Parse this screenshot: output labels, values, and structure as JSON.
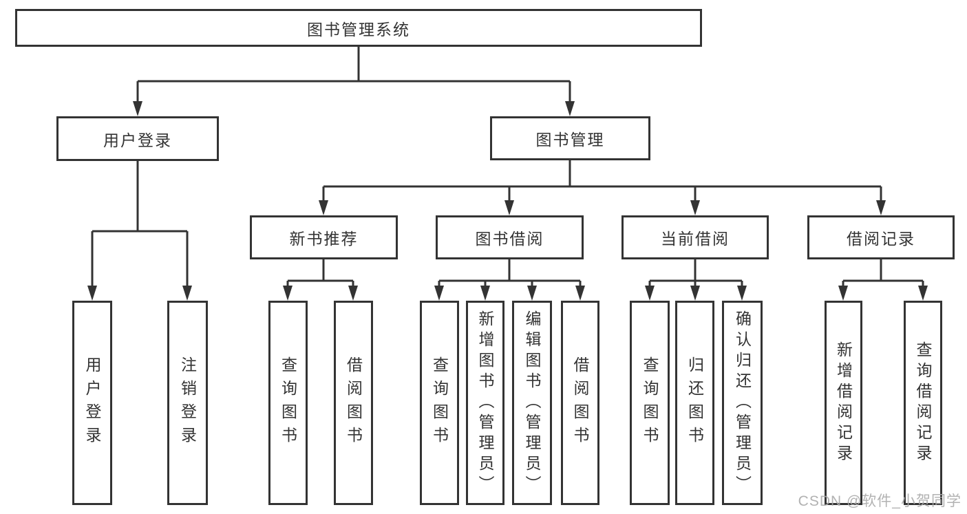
{
  "tree": {
    "root": {
      "label": "图书管理系统"
    },
    "branches": [
      {
        "label": "用户登录",
        "children": [
          {
            "label": "用户登录"
          },
          {
            "label": "注销登录"
          }
        ]
      },
      {
        "label": "图书管理",
        "children": [
          {
            "label": "新书推荐",
            "children": [
              {
                "label": "查询图书"
              },
              {
                "label": "借阅图书"
              }
            ]
          },
          {
            "label": "图书借阅",
            "children": [
              {
                "label": "查询图书"
              },
              {
                "label": "新增图书（管理员）"
              },
              {
                "label": "编辑图书（管理员）"
              },
              {
                "label": "借阅图书"
              }
            ]
          },
          {
            "label": "当前借阅",
            "children": [
              {
                "label": "查询图书"
              },
              {
                "label": "归还图书"
              },
              {
                "label": "确认归还（管理员）"
              }
            ]
          },
          {
            "label": "借阅记录",
            "children": [
              {
                "label": "新增借阅记录"
              },
              {
                "label": "查询借阅记录"
              }
            ]
          }
        ]
      }
    ]
  },
  "watermark": {
    "text": "CSDN @软件_小贺同学"
  },
  "colors": {
    "line": "#333333",
    "border": "#333333",
    "text": "#333333",
    "watermark": "#aaaaaa",
    "background": "#ffffff"
  }
}
